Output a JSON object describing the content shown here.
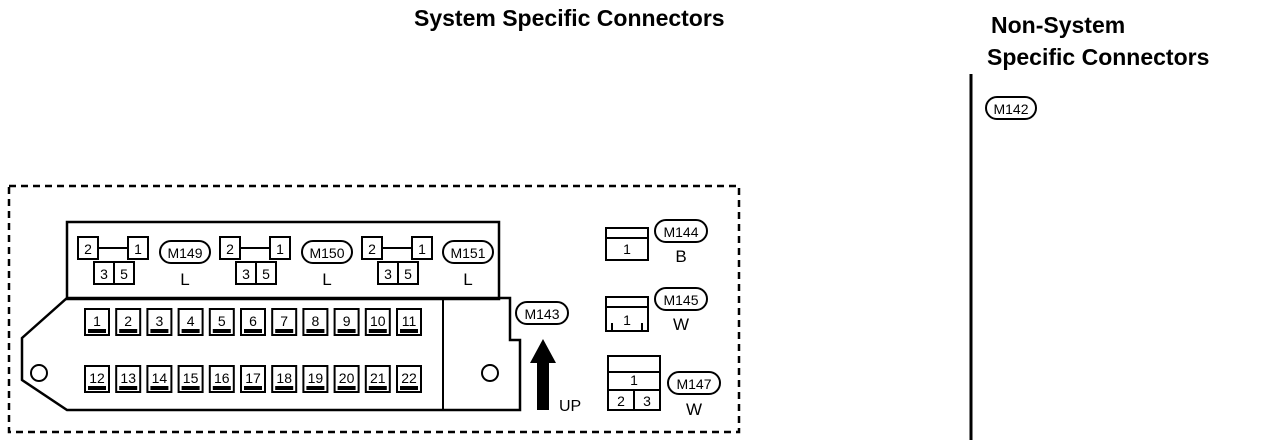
{
  "headings": {
    "system": "System Specific Connectors",
    "non_system_line1": "Non-System",
    "non_system_line2": "Specific Connectors"
  },
  "connectors": {
    "m142": "M142",
    "m143": "M143",
    "m144": {
      "id": "M144",
      "pin": "1",
      "color": "B"
    },
    "m145": {
      "id": "M145",
      "pin": "1",
      "color": "W"
    },
    "m147": {
      "id": "M147",
      "pins": [
        "1",
        "2",
        "3"
      ],
      "color": "W"
    },
    "m149": {
      "id": "M149",
      "pins": [
        "2",
        "1",
        "3",
        "5"
      ],
      "color": "L"
    },
    "m150": {
      "id": "M150",
      "pins": [
        "2",
        "1",
        "3",
        "5"
      ],
      "color": "L"
    },
    "m151": {
      "id": "M151",
      "pins": [
        "2",
        "1",
        "3",
        "5"
      ],
      "color": "L"
    }
  },
  "joint_connector": {
    "top_row": [
      "1",
      "2",
      "3",
      "4",
      "5",
      "6",
      "7",
      "8",
      "9",
      "10",
      "11"
    ],
    "bottom_row": [
      "12",
      "13",
      "14",
      "15",
      "16",
      "17",
      "18",
      "19",
      "20",
      "21",
      "22"
    ]
  },
  "up_label": "UP",
  "colors": {
    "ink": "#000000",
    "paper": "#ffffff"
  }
}
